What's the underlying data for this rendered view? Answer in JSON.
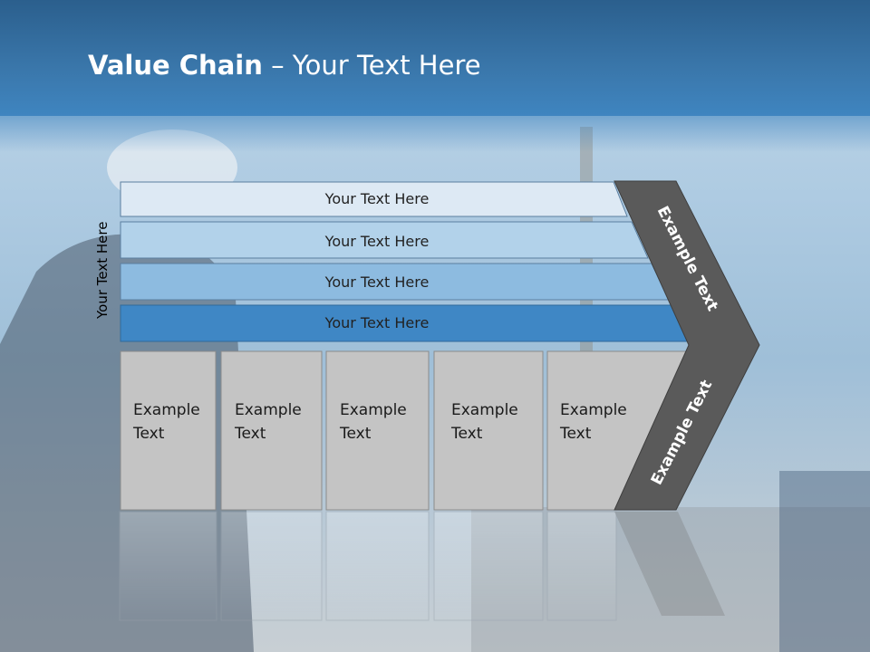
{
  "slide": {
    "title_bold": "Value Chain",
    "title_rest": " – Your Text Here"
  },
  "side_label": "Your Text Here",
  "rows": [
    {
      "label": "Your Text Here",
      "color": "#dde9f4"
    },
    {
      "label": "Your Text Here",
      "color": "#b2d2ea"
    },
    {
      "label": "Your Text Here",
      "color": "#8dbbe0"
    },
    {
      "label": "Your Text Here",
      "color": "#3f87c5"
    }
  ],
  "columns": [
    {
      "line1": "Example",
      "line2": "Text"
    },
    {
      "line1": "Example",
      "line2": "Text"
    },
    {
      "line1": "Example",
      "line2": "Text"
    },
    {
      "line1": "Example",
      "line2": "Text"
    },
    {
      "line1": "Example",
      "line2": "Text"
    }
  ],
  "chevron": {
    "top_label": "Example Text",
    "bottom_label": "Example Text",
    "color": "#5a5a5a"
  },
  "colors": {
    "header": "#3a77ab",
    "column_fill": "#c4c4c4"
  }
}
